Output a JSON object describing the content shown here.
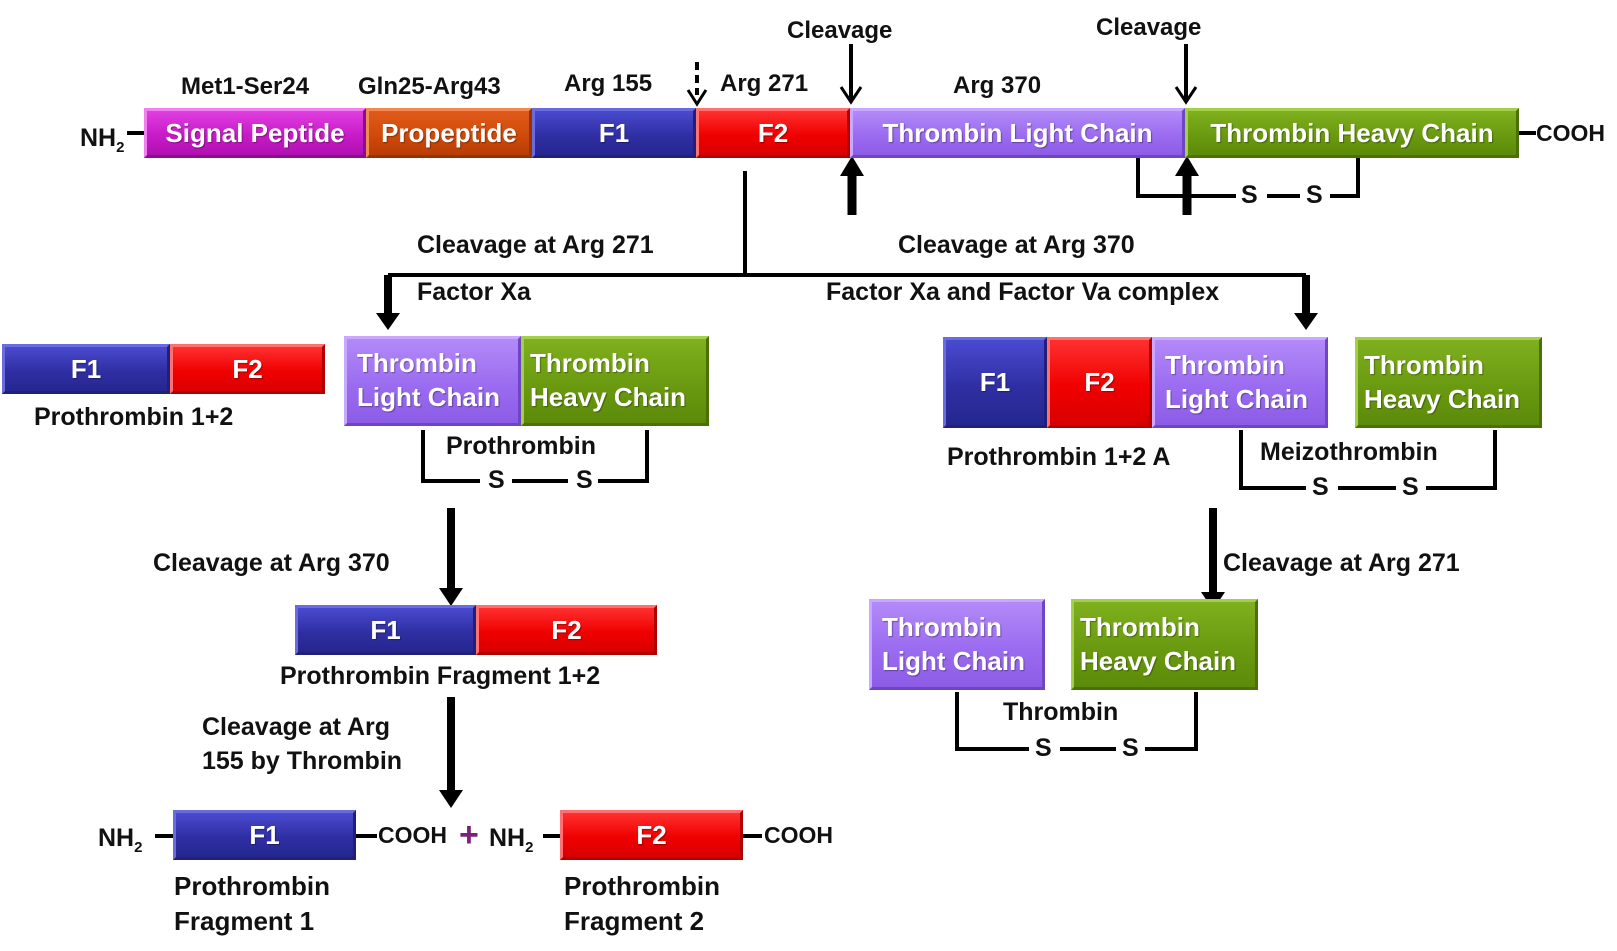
{
  "precursor": {
    "nh2": "NH",
    "nh2_sub": "2",
    "cooh": "COOH",
    "segments": [
      {
        "label": "Signal Peptide",
        "color": "#c81bc8"
      },
      {
        "label": "Propeptide",
        "color": "#d04a0a"
      },
      {
        "label": "F1",
        "color": "#2f2fa3"
      },
      {
        "label": "F2",
        "color": "#f00000"
      },
      {
        "label": "Thrombin Light Chain",
        "color": "#9b6cf0"
      },
      {
        "label": "Thrombin Heavy Chain",
        "color": "#6a9a10"
      }
    ],
    "region_labels": [
      "Met1-Ser24",
      "Gln25-Arg43",
      "Arg 155",
      "Arg 271",
      "Arg 370"
    ],
    "cleavage_labels": [
      "Cleavage",
      "Cleavage"
    ],
    "disulfide": [
      "S",
      "S"
    ]
  },
  "pathway_left": {
    "cleavage_label": "Cleavage at Arg 271",
    "enzyme_label": "Factor Xa",
    "fragment_boxes": [
      "F1",
      "F2"
    ],
    "fragment_name": "Prothrombin 1+2",
    "chain_boxes": [
      {
        "line1": "Thrombin",
        "line2": "Light Chain"
      },
      {
        "line1": "Thrombin",
        "line2": "Heavy Chain"
      }
    ],
    "product_name": "Prothrombin",
    "disulfide": [
      "S",
      "S"
    ],
    "step2_label": "Cleavage at Arg 370",
    "step2_boxes": [
      "F1",
      "F2"
    ],
    "step2_name": "Prothrombin Fragment 1+2",
    "step3_label_line1": "Cleavage at Arg",
    "step3_label_line2": "155 by Thrombin",
    "final": {
      "nh2": "NH",
      "nh2_sub": "2",
      "cooh": "COOH",
      "plus": "+",
      "frag1_box": "F1",
      "frag2_box": "F2",
      "frag1_name_line1": "Prothrombin",
      "frag1_name_line2": "Fragment 1",
      "frag2_name_line1": "Prothrombin",
      "frag2_name_line2": "Fragment 2"
    }
  },
  "pathway_right": {
    "cleavage_label": "Cleavage at Arg 370",
    "enzyme_label": "Factor Xa and Factor Va complex",
    "boxes": [
      "F1",
      "F2"
    ],
    "light_chain": {
      "line1": "Thrombin",
      "line2": "Light Chain"
    },
    "heavy_chain": {
      "line1": "Thrombin",
      "line2": "Heavy Chain"
    },
    "fragment_name": "Prothrombin 1+2 A",
    "product_name": "Meizothrombin",
    "disulfide": [
      "S",
      "S"
    ],
    "step2_label": "Cleavage at Arg 271",
    "final_light": {
      "line1": "Thrombin",
      "line2": "Light Chain"
    },
    "final_heavy": {
      "line1": "Thrombin",
      "line2": "Heavy Chain"
    },
    "final_name": "Thrombin",
    "final_disulfide": [
      "S",
      "S"
    ]
  }
}
